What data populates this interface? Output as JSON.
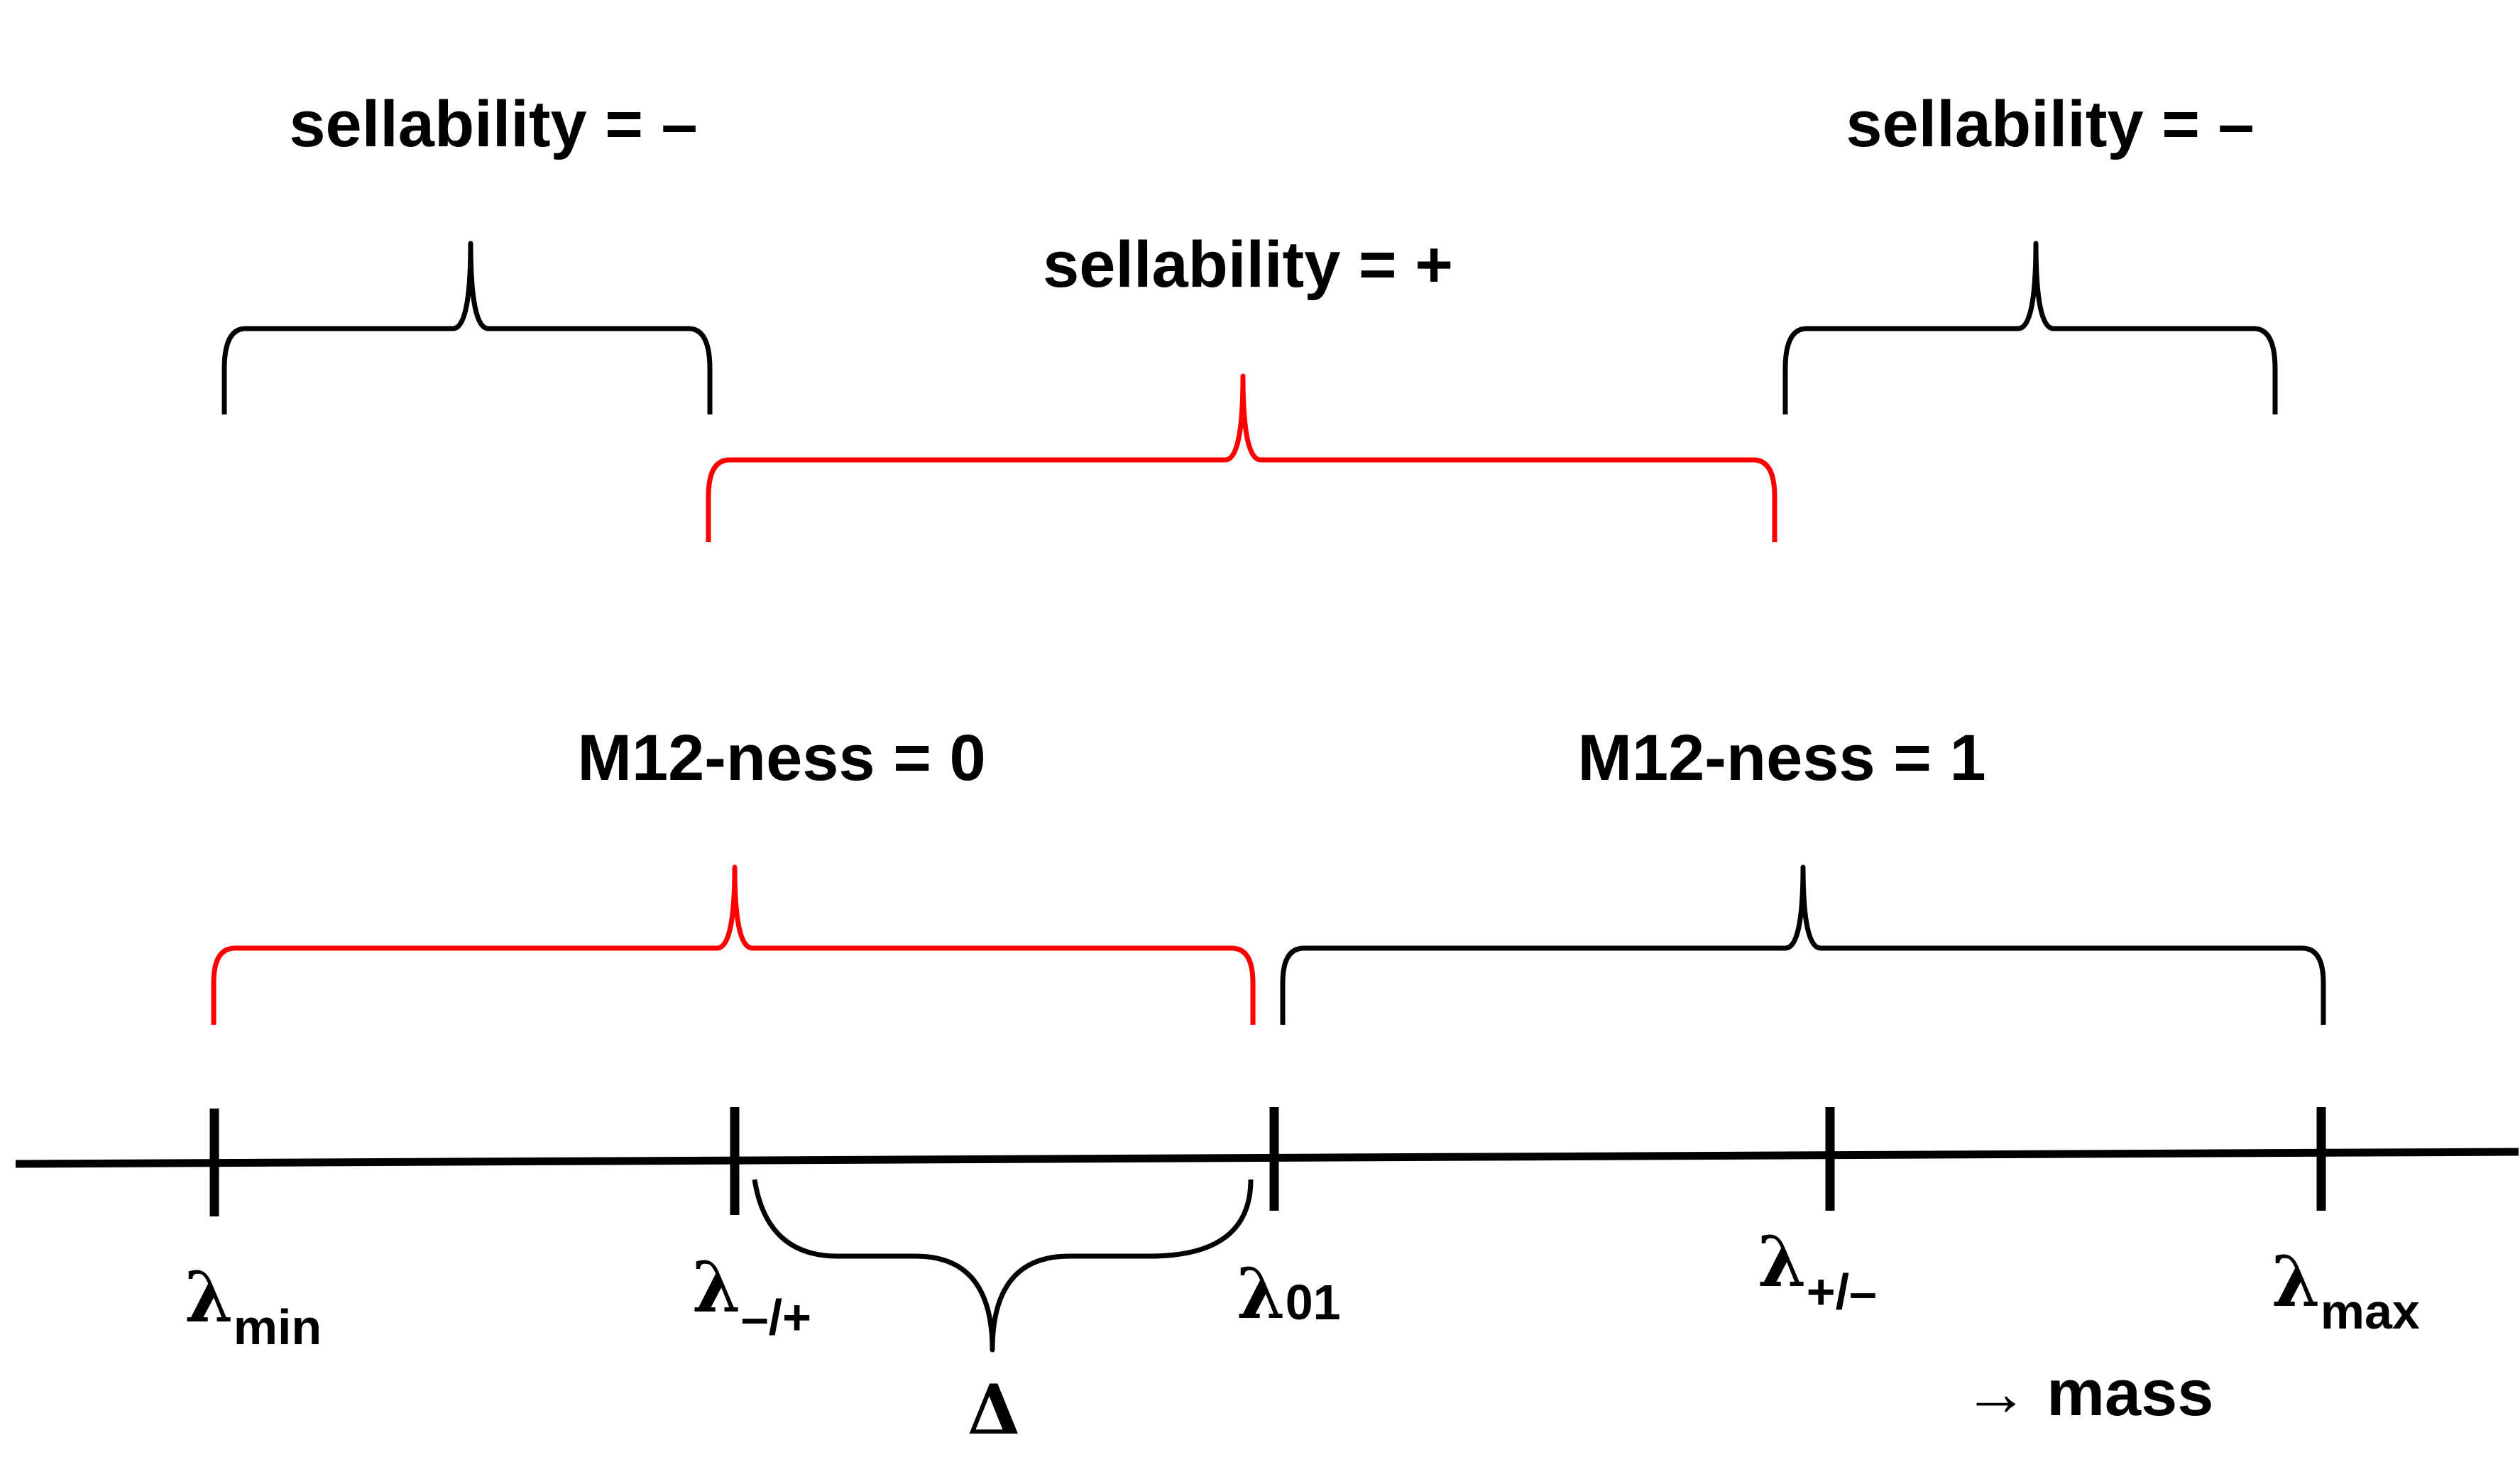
{
  "colors": {
    "highlight": "#ff0000",
    "ink": "#000000"
  },
  "labels": {
    "sellability_minus_left": "sellability = –",
    "sellability_plus": "sellability = +",
    "sellability_minus_right": "sellability = –",
    "m12ness_zero": "M12-ness = 0",
    "m12ness_one": "M12-ness = 1",
    "delta": "Δ",
    "mass_arrow": "→ mass"
  },
  "ticks": [
    {
      "symbol": "λ",
      "subscript": "min"
    },
    {
      "symbol": "λ",
      "subscript": "–/+"
    },
    {
      "symbol": "λ",
      "subscript": "01"
    },
    {
      "symbol": "λ",
      "subscript": "+/–"
    },
    {
      "symbol": "λ",
      "subscript": "max"
    }
  ]
}
